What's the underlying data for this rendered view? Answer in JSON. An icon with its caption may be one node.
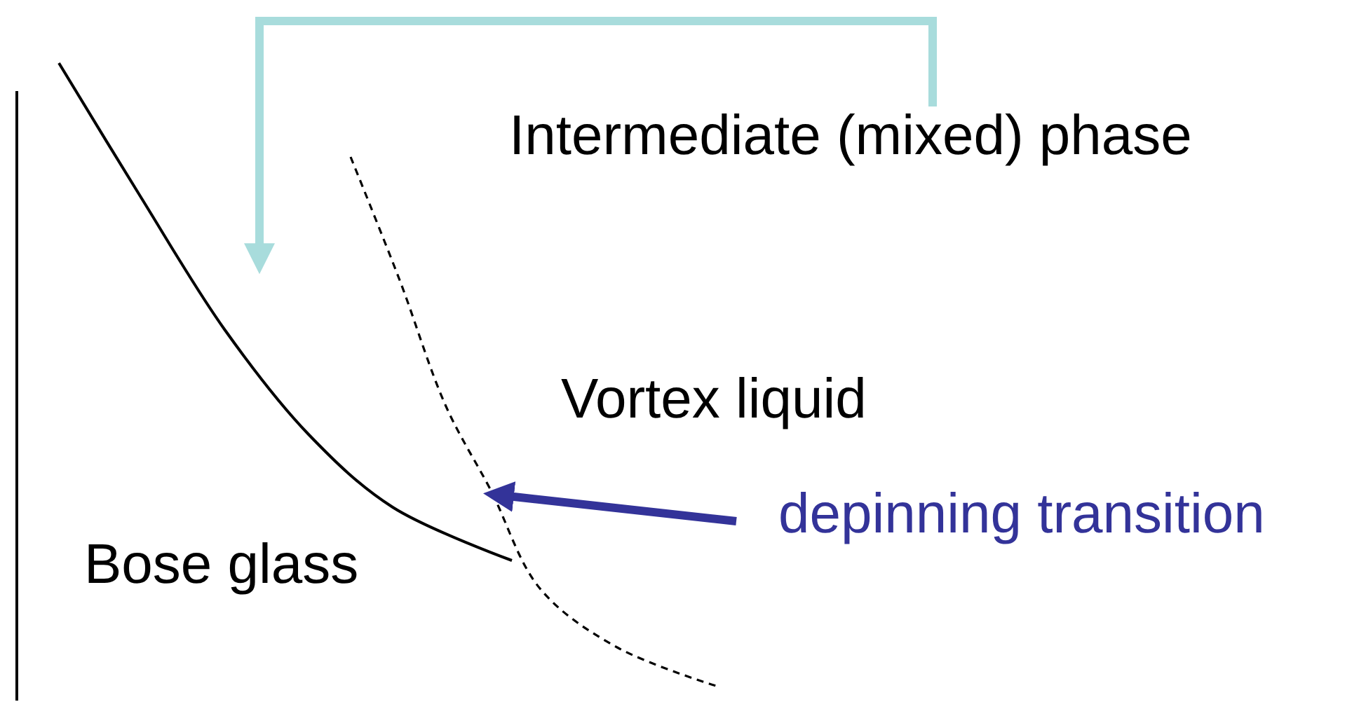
{
  "diagram": {
    "nodes": [
      {
        "text": [
          "Intermediate (mixed) phase"
        ]
      },
      {
        "text": [
          "depinning transition"
        ]
      }
    ],
    "edges": [
      {
        "from": 0,
        "to": null,
        "arrow": "to",
        "color": "#a8dcdc"
      },
      {
        "from": 1,
        "to": null,
        "arrow": "to",
        "color": "#333399"
      }
    ],
    "labels": [
      "Vortex liquid",
      "Bose glass"
    ]
  }
}
